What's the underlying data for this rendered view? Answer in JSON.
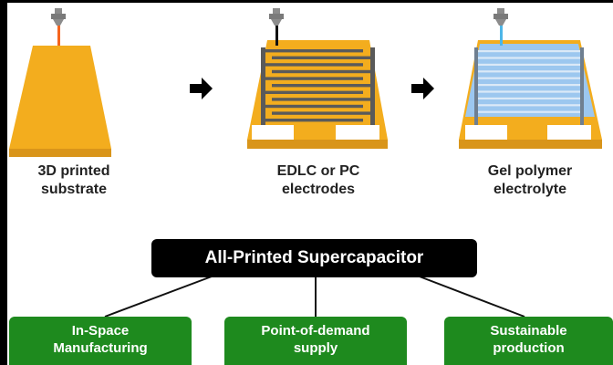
{
  "colors": {
    "background": "#000000",
    "panel": "#ffffff",
    "substrate": "#f3ad1e",
    "nozzle": "#8c8c8c",
    "electrode": "#5a5a5a",
    "electrolyte": "#9cc7ef",
    "gel_filament": "#4db6e8",
    "initial_filament": "#f5651e",
    "green_box": "#1e8a1e",
    "title_box": "#000000"
  },
  "steps": [
    {
      "line1": "3D printed",
      "line2": "substrate"
    },
    {
      "line1": "EDLC or PC",
      "line2": "electrodes"
    },
    {
      "line1": "Gel polymer",
      "line2": "electrolyte"
    }
  ],
  "title": "All-Printed Supercapacitor",
  "benefits": [
    {
      "line1": "In-Space",
      "line2": "Manufacturing"
    },
    {
      "line1": "Point-of-demand",
      "line2": "supply"
    },
    {
      "line1": "Sustainable",
      "line2": "production"
    }
  ],
  "icons": [
    "print-nozzle-icon",
    "arrow-right-icon"
  ]
}
